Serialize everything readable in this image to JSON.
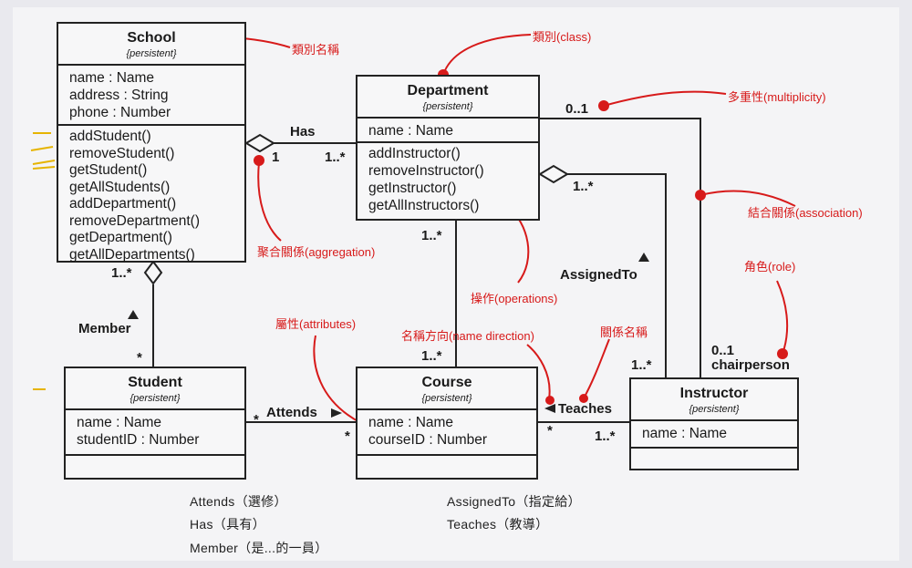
{
  "classes": {
    "school": {
      "name": "School",
      "stereotype": "{persistent}",
      "attributes": [
        "name : Name",
        "address : String",
        "phone : Number"
      ],
      "operations": [
        "addStudent()",
        "removeStudent()",
        "getStudent()",
        "getAllStudents()",
        "addDepartment()",
        "removeDepartment()",
        "getDepartment()",
        "getAllDepartments()"
      ]
    },
    "department": {
      "name": "Department",
      "stereotype": "{persistent}",
      "attributes": [
        "name : Name"
      ],
      "operations": [
        "addInstructor()",
        "removeInstructor()",
        "getInstructor()",
        "getAllInstructors()"
      ]
    },
    "student": {
      "name": "Student",
      "stereotype": "{persistent}",
      "attributes": [
        "name : Name",
        "studentID : Number"
      ]
    },
    "course": {
      "name": "Course",
      "stereotype": "{persistent}",
      "attributes": [
        "name : Name",
        "courseID : Number"
      ]
    },
    "instructor": {
      "name": "Instructor",
      "stereotype": "{persistent}",
      "attributes": [
        "name : Name"
      ]
    }
  },
  "relations": {
    "has": "Has",
    "has_school_mult": "1",
    "has_dept_mult": "1..*",
    "member": "Member",
    "member_school_mult": "1..*",
    "member_student_mult": "*",
    "attends": "Attends",
    "attends_student_mult": "*",
    "attends_course_mult": "*",
    "dept_course_mult_dept": "1..*",
    "dept_course_mult_course": "1..*",
    "assignedto": "AssignedTo",
    "assigned_dept_mult": "1..*",
    "assigned_instr_mult": "1..*",
    "teaches": "Teaches",
    "teaches_course_mult": "*",
    "teaches_instr_mult": "1..*",
    "chair_mult_top": "0..1",
    "chair_mult_bottom": "0..1",
    "chair_role": "chairperson"
  },
  "annotations": {
    "class_name": "類別名稱",
    "class": "類別(class)",
    "multiplicity": "多重性(multiplicity)",
    "association": "結合關係(association)",
    "role": "角色(role)",
    "aggregation": "聚合關係(aggregation)",
    "operations": "操作(operations)",
    "attributes": "屬性(attributes)",
    "name_direction": "名稱方向(name direction)",
    "relation_name": "關係名稱"
  },
  "legend": {
    "attends": "Attends（選修）",
    "has": "Has（具有）",
    "member": "Member（是...的一員）",
    "assignedto": "AssignedTo（指定給）",
    "teaches": "Teaches（教導）"
  },
  "colors": {
    "annotation": "#d71a1a",
    "line": "#222222"
  }
}
